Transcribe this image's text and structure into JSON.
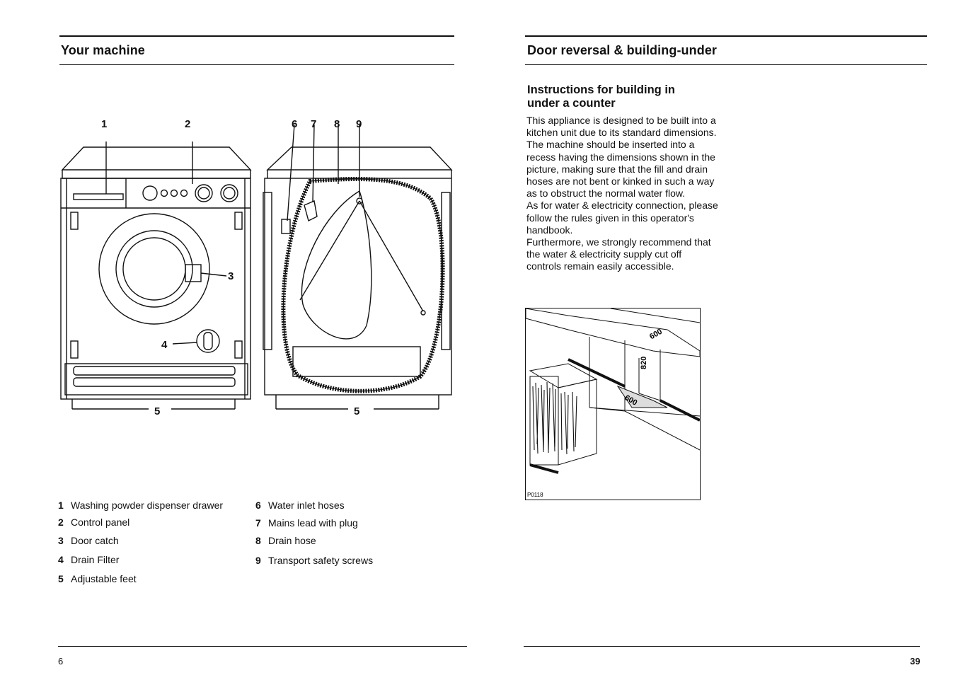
{
  "left_page": {
    "title": "Your machine",
    "page_number": "6",
    "callouts": [
      "1",
      "2",
      "3",
      "4",
      "5",
      "6",
      "7",
      "8",
      "9",
      "5"
    ],
    "legend_col1": [
      {
        "num": "1",
        "label": "Washing powder dispenser drawer"
      },
      {
        "num": "2",
        "label": "Control panel"
      },
      {
        "num": "3",
        "label": "Door catch"
      },
      {
        "num": "4",
        "label": "Drain Filter"
      },
      {
        "num": "5",
        "label": "Adjustable feet"
      }
    ],
    "legend_col2": [
      {
        "num": "6",
        "label": "Water inlet hoses"
      },
      {
        "num": "7",
        "label": "Mains lead with plug"
      },
      {
        "num": "8",
        "label": "Drain hose"
      },
      {
        "num": "9",
        "label": "Transport safety screws"
      }
    ]
  },
  "right_page": {
    "title": "Door reversal & building-under",
    "subtitle": "Instructions for building in under a counter",
    "paragraphs": [
      "This appliance is designed to be built into a kitchen unit due to its standard dimensions.",
      "The machine should be inserted into a recess having the dimensions shown in the picture, making sure that the fill and drain hoses are not bent or kinked in such a way as to obstruct the normal water flow.",
      "As for water & electricity connection, please follow the rules given in this operator's handbook.",
      "Furthermore, we strongly recommend that the water & electricity supply cut off controls remain easily accessible."
    ],
    "figure": {
      "dim_width": "600",
      "dim_height": "820",
      "dim_depth": "600",
      "code": "P0118"
    },
    "page_number": "39"
  }
}
